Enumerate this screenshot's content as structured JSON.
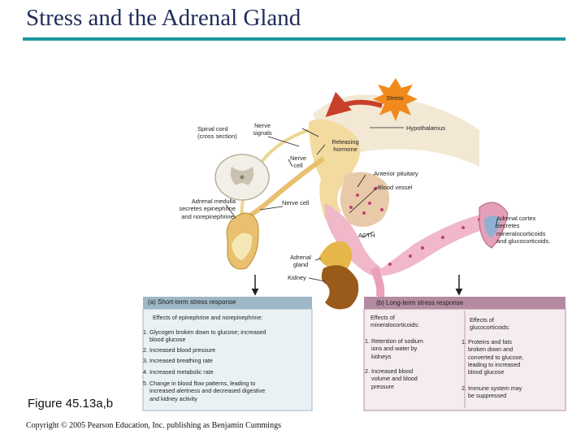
{
  "title": "Stress and the Adrenal Gland",
  "labels": {
    "stress": "Stress",
    "spinal_cord": "Spinal cord\n(cross section)",
    "nerve_signals": "Nerve\nsignals",
    "hypothalamus": "Hypothalamus",
    "releasing_hormone": "Releasing\nhormone",
    "nerve_cell_top": "Nerve\ncell",
    "anterior_pituitary": "Anterior pituitary",
    "blood_vessel": "Blood vessel",
    "adrenal_medulla": "Adrenal medulla\nsecretes epinephrine\nand norepinephrine.",
    "nerve_cell_mid": "Nerve cell",
    "adrenal_cortex": "Adrenal cortex\nsecretes\nmineralocorticoids\nand glucocorticoids.",
    "acth": "ACTH",
    "adrenal_gland": "Adrenal\ngland",
    "kidney": "Kidney"
  },
  "short_term": {
    "header": "(a) Short-term stress response",
    "subheader": "Effects of epinephrine and norepinephrine:",
    "items": [
      "1. Glycogen broken down to glucose; increased\n    blood glucose",
      "2. Increased blood pressure",
      "3. Increased breathing rate",
      "4. Increased metabolic rate",
      "5. Change in blood flow patterns, leading to\n    increased alertness and decreased digestive\n    and kidney activity"
    ]
  },
  "long_term": {
    "header": "(b) Long-term stress response",
    "mineralo_head": "Effects of\nmineralocorticoids:",
    "mineralo_items": [
      "1. Retention of sodium\n    ions and water by\n    kidneys",
      "2. Increased blood\n    volume and blood\n    pressure"
    ],
    "gluco_head": "Effects of\nglucocorticoids:",
    "gluco_items": [
      "1. Proteins and fats\n    broken down and\n    converted to glucose,\n    leading to increased\n    blood glucose",
      "2. Immune system may\n    be suppressed"
    ]
  },
  "figure_label": "Figure 45.13a,b",
  "copyright": "Copyright © 2005 Pearson Education, Inc. publishing as Benjamin Cummings",
  "colors": {
    "title": "#1f2d5a",
    "rule": "#1a9a9e",
    "stress_burst": "#f08a1c",
    "arrow": "#c8402a",
    "hypothalamus": "#f3dba0",
    "blood_vessel": "#f0b8c8",
    "short_term_bar": "#9fb7c7",
    "long_term_bar": "#b48ba0",
    "adrenal_gland": "#e6b64a",
    "kidney": "#9a5a1a"
  }
}
